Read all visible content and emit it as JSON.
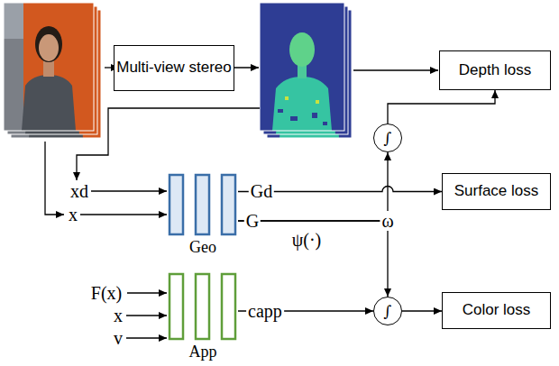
{
  "diagram": {
    "nodes": [
      {
        "text": [
          "Multi-view stereo"
        ]
      },
      {
        "text": [
          "Depth loss"
        ]
      },
      {
        "text": [
          "Surface loss"
        ]
      },
      {
        "text": [
          "Color loss"
        ]
      },
      {
        "text": [
          "Geo"
        ]
      },
      {
        "text": [
          "App"
        ]
      },
      {
        "text": [
          "∫"
        ]
      },
      {
        "text": [
          "∫"
        ]
      }
    ],
    "edges": [
      {
        "from": 4,
        "to": 2,
        "arrow": "to",
        "label": "Gd"
      },
      {
        "from": 4,
        "to": 6,
        "arrow": "to"
      },
      {
        "from": 4,
        "to": 7,
        "arrow": "to"
      },
      {
        "from": 6,
        "to": 1,
        "arrow": "to"
      },
      {
        "from": 5,
        "to": 7,
        "arrow": "to",
        "label": "capp"
      },
      {
        "from": 7,
        "to": 3,
        "arrow": "to"
      }
    ],
    "labels": [
      "xd",
      "x",
      "G",
      "ψ(·)",
      "ω",
      "F(x)",
      "x",
      "v"
    ]
  }
}
